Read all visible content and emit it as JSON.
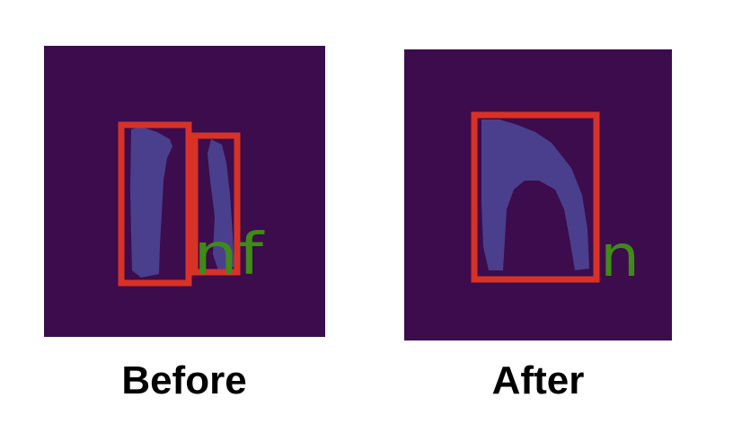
{
  "captions": {
    "before": "Before",
    "after": "After"
  },
  "panels": {
    "before": {
      "predicted_text": "nf"
    },
    "after": {
      "predicted_text": "n"
    }
  },
  "colors": {
    "background": "#3c0c4c",
    "glyph_fill": "#4a3f8c",
    "box_stroke": "#d83227",
    "label_text": "#3f8a18"
  }
}
